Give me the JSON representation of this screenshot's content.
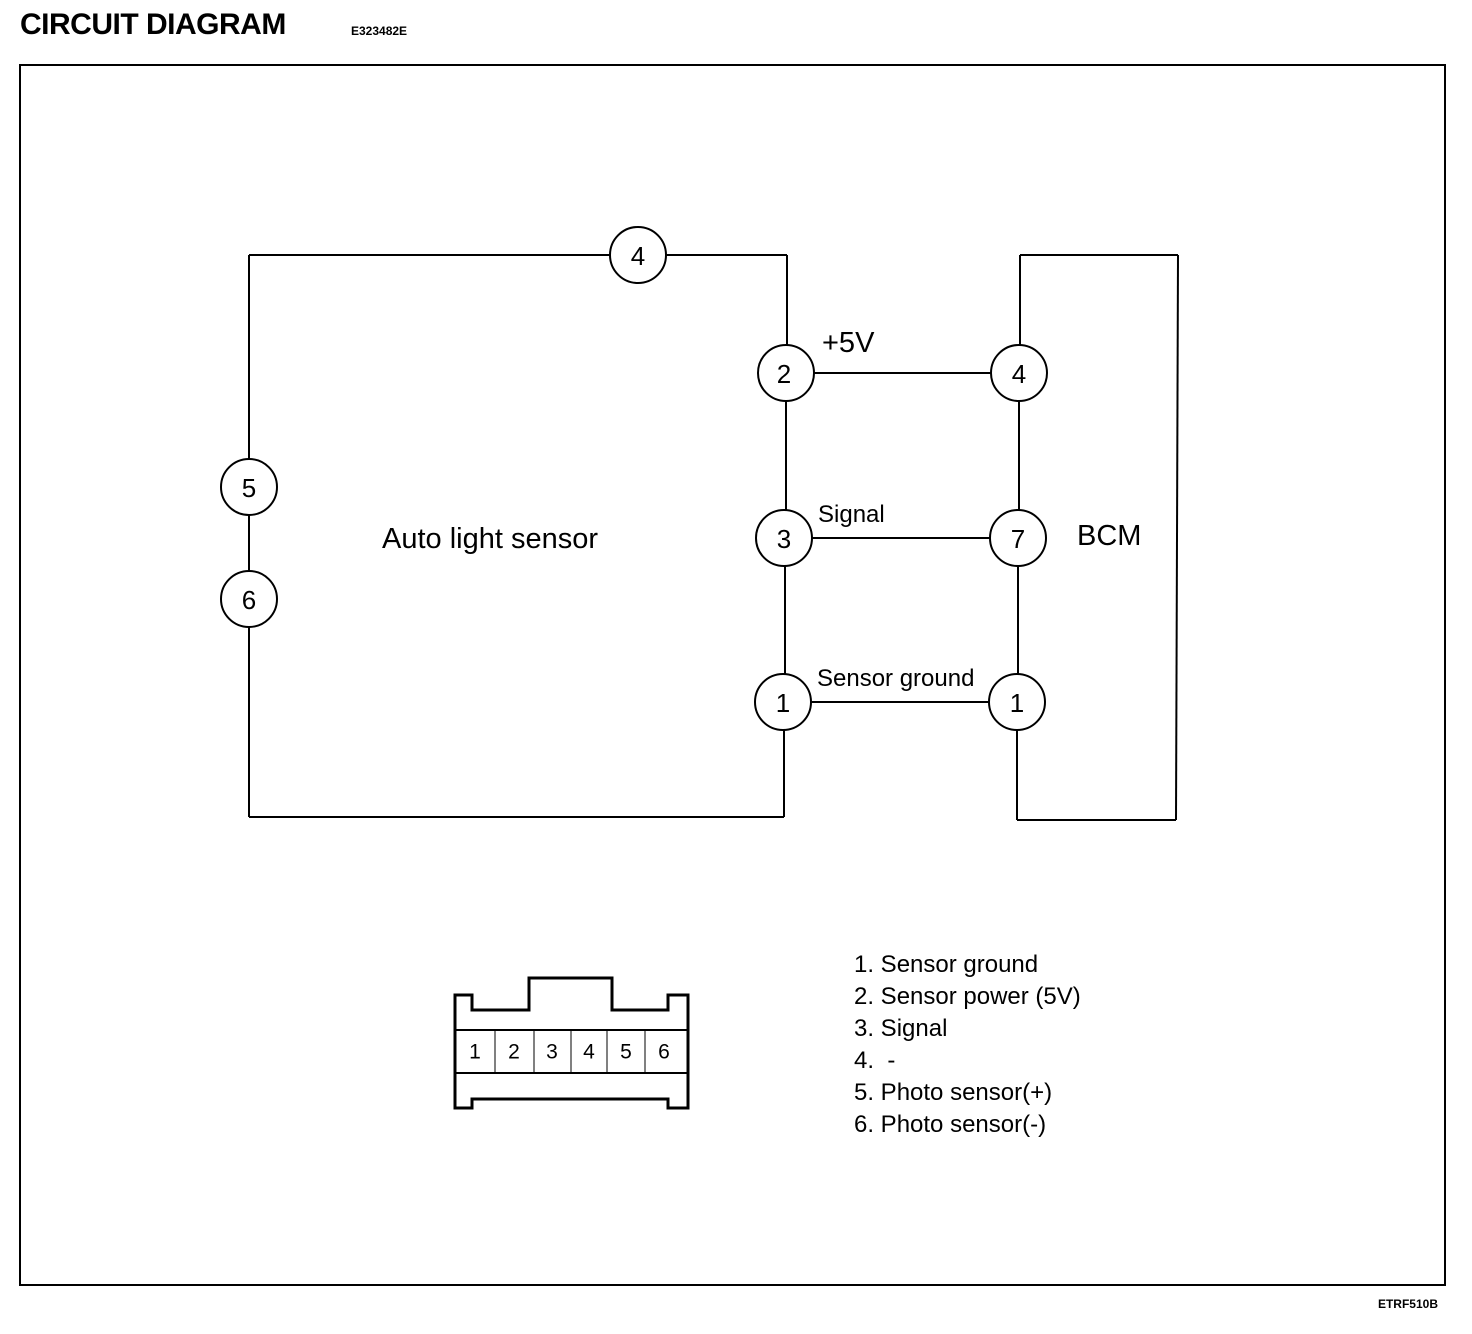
{
  "header": {
    "title": "CIRCUIT DIAGRAM",
    "code": "E323482E"
  },
  "figure_ref": "ETRF510B",
  "sensor": {
    "name": "Auto light sensor",
    "pins": {
      "top": "4",
      "p2": "2",
      "p3": "3",
      "p1": "1",
      "p5": "5",
      "p6": "6"
    }
  },
  "bcm": {
    "name": "BCM",
    "pins": {
      "p4": "4",
      "p7": "7",
      "p1": "1"
    }
  },
  "wires": {
    "power": "+5V",
    "signal": "Signal",
    "ground": "Sensor ground"
  },
  "connector": {
    "cavities": [
      "1",
      "2",
      "3",
      "4",
      "5",
      "6"
    ]
  },
  "legend": [
    "1. Sensor ground",
    "2. Sensor power (5V)",
    "3. Signal",
    "4.  -",
    "5. Photo sensor(+)",
    "6. Photo sensor(-)"
  ]
}
